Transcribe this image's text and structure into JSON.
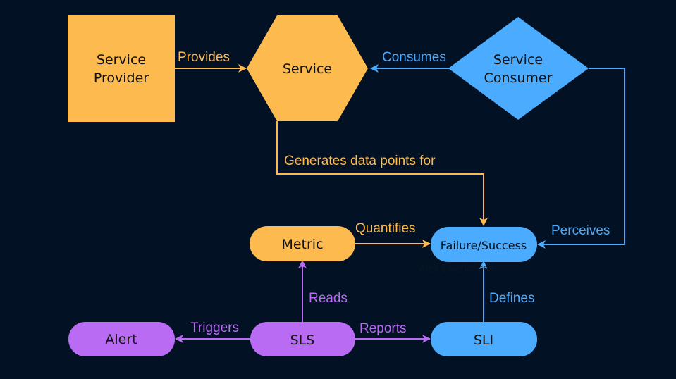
{
  "colors": {
    "background": "#021224",
    "orange": "#FDBA4F",
    "blue": "#4BABFE",
    "purple": "#B96CF3",
    "text_dark": "#111111"
  },
  "nodes": {
    "service_provider": {
      "line1": "Service",
      "line2": "Provider",
      "shape": "square",
      "color": "orange"
    },
    "service": {
      "label": "Service",
      "shape": "hexagon",
      "color": "orange"
    },
    "service_consumer": {
      "line1": "Service",
      "line2": "Consumer",
      "shape": "diamond",
      "color": "blue"
    },
    "metric": {
      "label": "Metric",
      "shape": "pill",
      "color": "orange"
    },
    "failure_success": {
      "label": "Failure/Success",
      "shape": "pill",
      "color": "blue"
    },
    "alert": {
      "label": "Alert",
      "shape": "pill",
      "color": "purple"
    },
    "sls": {
      "label": "SLS",
      "shape": "pill",
      "color": "purple"
    },
    "sli": {
      "label": "SLI",
      "shape": "pill",
      "color": "blue"
    }
  },
  "edges": {
    "provides": "Provides",
    "consumes": "Consumes",
    "generates": "Generates data points for",
    "quantifies": "Quantifies",
    "perceives": "Perceives",
    "reads": "Reads",
    "defines": "Defines",
    "triggers": "Triggers",
    "reports": "Reports"
  },
  "watermark": "Alex Ewerlof.com"
}
